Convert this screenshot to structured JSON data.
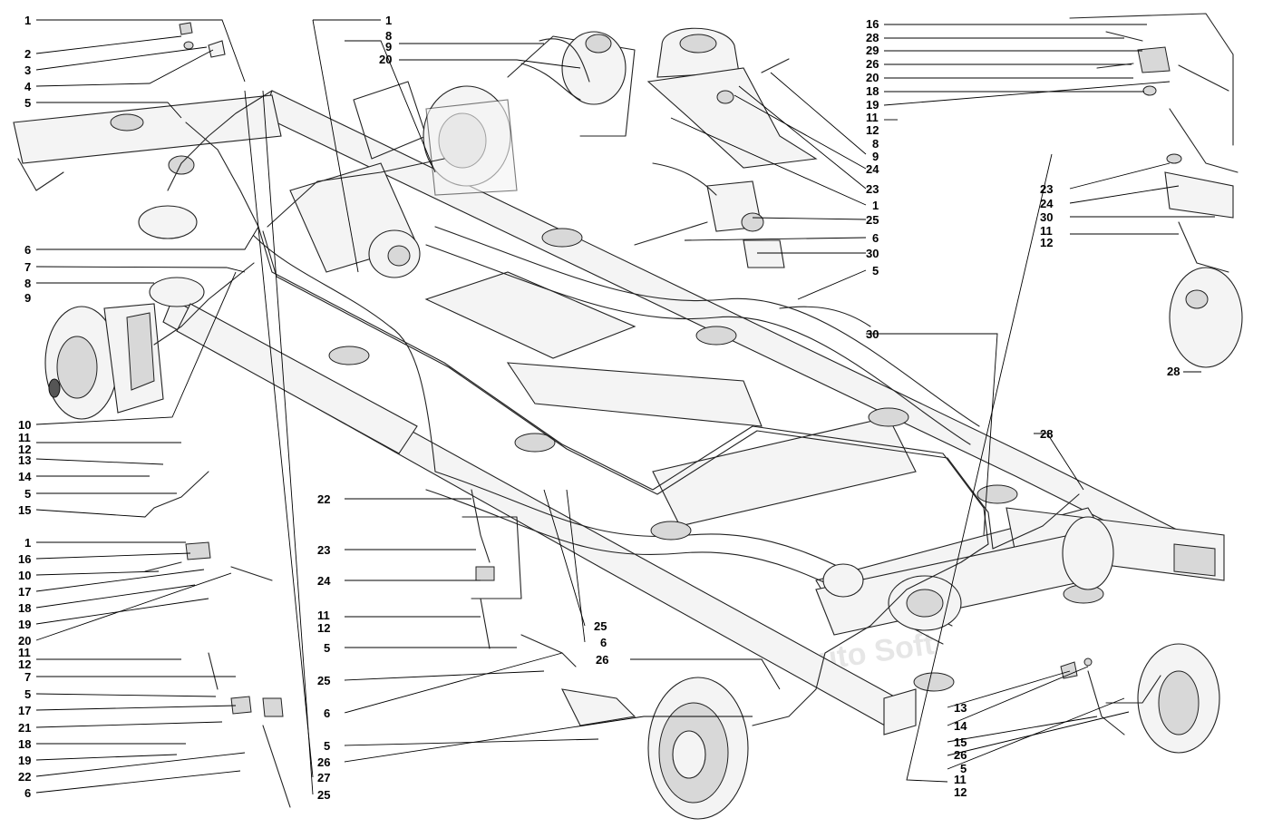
{
  "diagram": {
    "watermark": "Auto Soft",
    "callouts": {
      "left": [
        "1",
        "2",
        "3",
        "4",
        "5",
        "6",
        "7",
        "8",
        "9",
        "10",
        "11",
        "12",
        "13",
        "14",
        "5",
        "15",
        "1",
        "16",
        "10",
        "17",
        "18",
        "19",
        "20",
        "11",
        "12",
        "7",
        "5",
        "17",
        "21",
        "18",
        "19",
        "22",
        "6"
      ],
      "top_center": [
        "1",
        "8",
        "9",
        "20"
      ],
      "top_right": [
        "16",
        "28",
        "29",
        "26",
        "20",
        "18",
        "19",
        "11",
        "12"
      ],
      "center_right": [
        "8",
        "9",
        "24",
        "23",
        "1",
        "25",
        "6",
        "30",
        "5",
        "30",
        "23",
        "24",
        "30",
        "11",
        "12",
        "28"
      ],
      "bottom_center": [
        "22",
        "23",
        "24",
        "11",
        "12",
        "5",
        "25",
        "6",
        "25",
        "6",
        "26",
        "5",
        "26",
        "27",
        "25"
      ],
      "bottom_right": [
        "28",
        "13",
        "14",
        "15",
        "26",
        "5",
        "11",
        "12"
      ]
    }
  }
}
